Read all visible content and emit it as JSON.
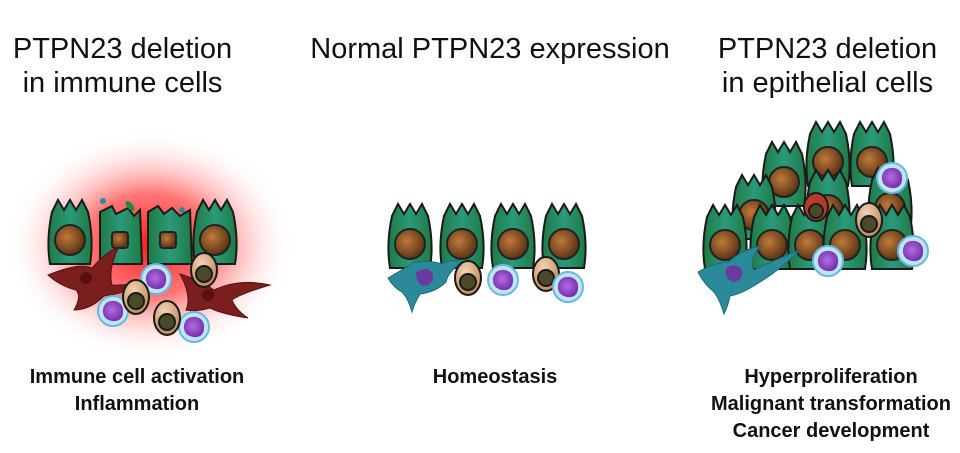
{
  "panels": [
    {
      "title_line1": "PTPN23 deletion",
      "title_line2": "in immune cells",
      "caption_lines": [
        "Immune cell activation",
        "Inflammation"
      ]
    },
    {
      "title_line1": "Normal PTPN23 expression",
      "caption_lines": [
        "Homeostasis"
      ]
    },
    {
      "title_line1": "PTPN23 deletion",
      "title_line2": "in epithelial cells",
      "caption_lines": [
        "Hyperproliferation",
        "Malignant transformation",
        "Cancer development"
      ]
    }
  ],
  "colors": {
    "epithelial_cell": "#2a8a52",
    "nucleus": "#7a4a22",
    "inflammation_glow": "#ff2a2a",
    "activated_dendritic_cell": "#7a1e1e",
    "dendritic_cell": "#2a8a9a",
    "lymphocyte": "#9a4ac8",
    "lymphocyte_rim": "#9ad4f0",
    "macrophage": "#d8a880",
    "apoptotic_cell": "#b83a2a"
  }
}
